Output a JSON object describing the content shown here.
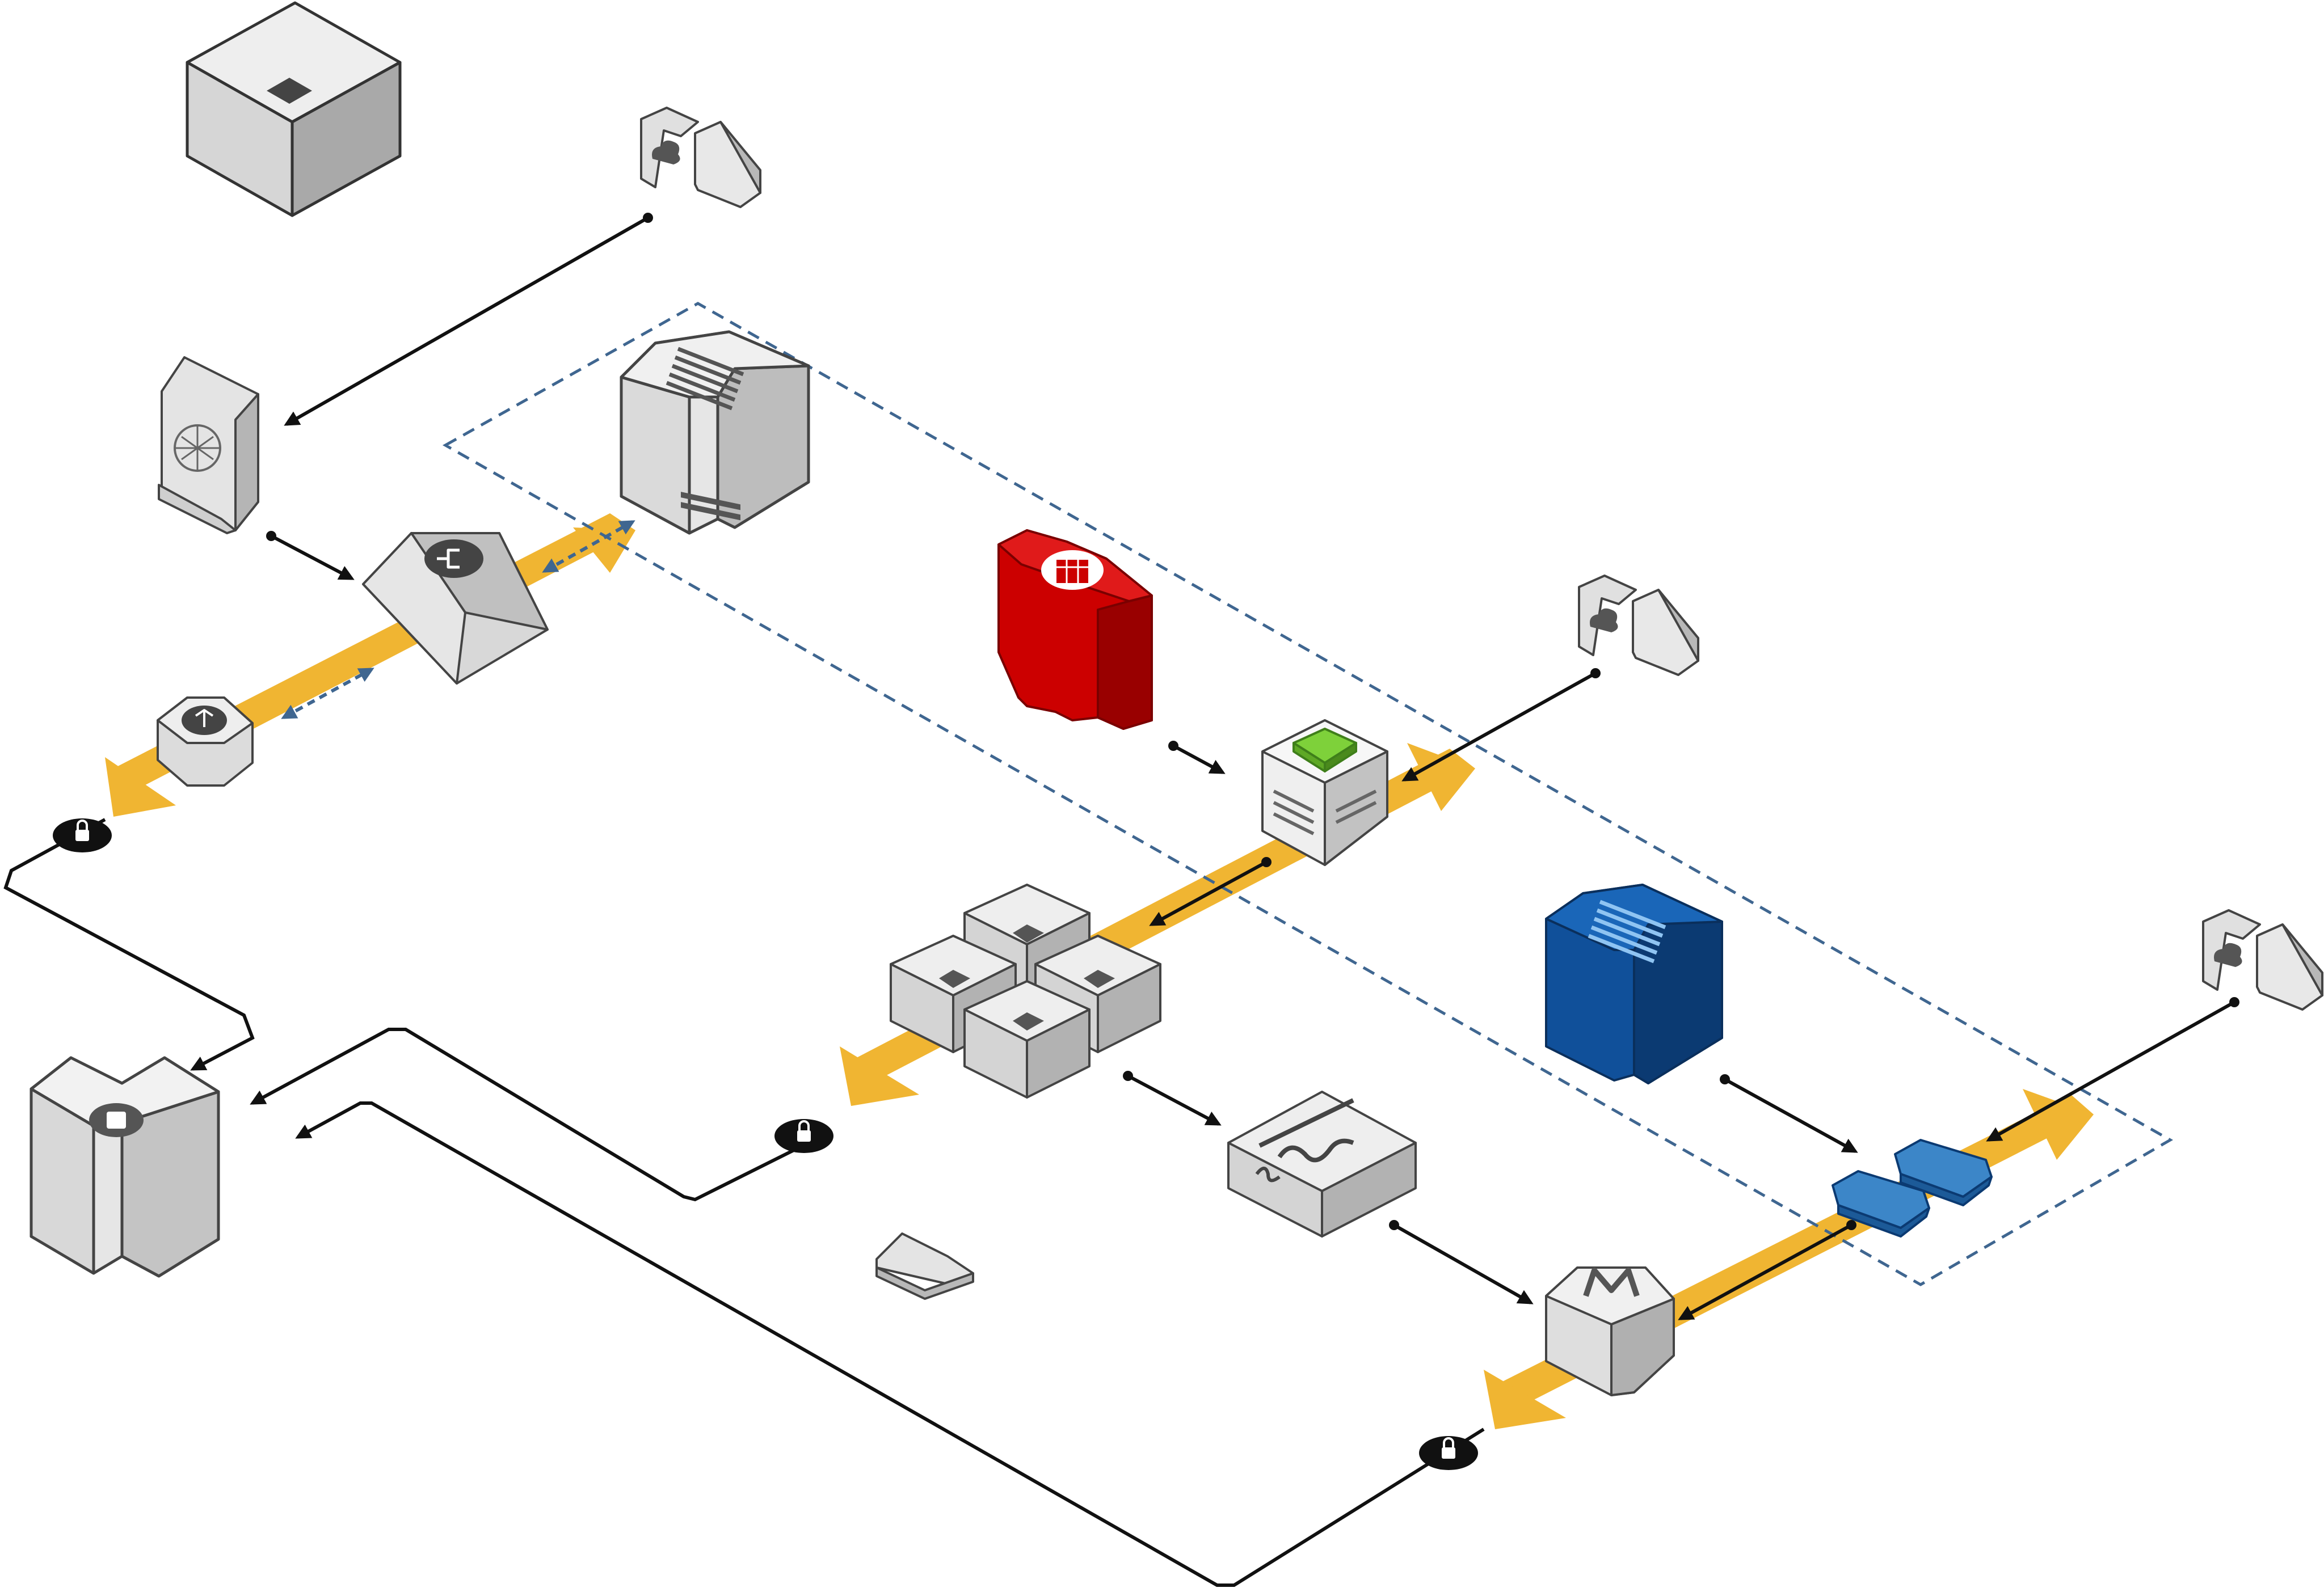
{
  "colors": {
    "background": "#ffffff",
    "band": "#f0b532",
    "boundary": "#3f6690",
    "line": "#111111",
    "gray_top": "#eeeeee",
    "gray_left": "#d6d6d6",
    "gray_right": "#b0b0b0",
    "stroke": "#444444",
    "red_front": "#cc0000",
    "red_dark": "#990000",
    "blue_front": "#10509a",
    "blue_dark": "#0b3a72",
    "blue_light": "#3c86c8",
    "green": "#7ed13a"
  },
  "diagram": {
    "title": "",
    "nodes": [
      {
        "id": "cube-top-left",
        "icon": "generic-cube-icon"
      },
      {
        "id": "cloud-1",
        "icon": "cloud-connector-icon"
      },
      {
        "id": "cloud-2",
        "icon": "cloud-connector-icon"
      },
      {
        "id": "cloud-3",
        "icon": "cloud-connector-icon"
      },
      {
        "id": "firewall",
        "icon": "firewall-appliance-icon"
      },
      {
        "id": "router",
        "icon": "router-hub-icon"
      },
      {
        "id": "switch",
        "icon": "network-switch-icon"
      },
      {
        "id": "datacenter-gray",
        "icon": "datacenter-icon"
      },
      {
        "id": "database-red",
        "icon": "database-cylinder-icon"
      },
      {
        "id": "server-green",
        "icon": "server-icon"
      },
      {
        "id": "cube-cluster",
        "icon": "compute-cluster-icon"
      },
      {
        "id": "datacenter-blue",
        "icon": "datacenter-icon"
      },
      {
        "id": "storage-blue",
        "icon": "storage-volume-icon"
      },
      {
        "id": "package",
        "icon": "package-icon"
      },
      {
        "id": "small-device",
        "icon": "device-icon"
      },
      {
        "id": "mail-hub",
        "icon": "mail-hub-icon"
      },
      {
        "id": "gateway-left",
        "icon": "gateway-icon"
      }
    ],
    "edges": [
      {
        "from": "cloud-1",
        "to": "firewall",
        "style": "arrow"
      },
      {
        "from": "firewall",
        "to": "router",
        "style": "arrow"
      },
      {
        "from": "router",
        "to": "datacenter-gray",
        "style": "dashed-bidirectional"
      },
      {
        "from": "router",
        "to": "switch",
        "style": "dashed-bidirectional"
      },
      {
        "from": "database-red",
        "to": "server-green",
        "style": "arrow"
      },
      {
        "from": "cloud-2",
        "to": "server-green",
        "style": "arrow"
      },
      {
        "from": "server-green",
        "to": "cube-cluster",
        "style": "arrow"
      },
      {
        "from": "cube-cluster",
        "to": "package",
        "style": "arrow"
      },
      {
        "from": "package",
        "to": "mail-hub",
        "style": "arrow"
      },
      {
        "from": "datacenter-blue",
        "to": "storage-blue",
        "style": "arrow"
      },
      {
        "from": "cloud-3",
        "to": "storage-blue",
        "style": "arrow"
      },
      {
        "from": "storage-blue",
        "to": "mail-hub",
        "style": "arrow"
      },
      {
        "from": "band-left",
        "to": "gateway-left",
        "style": "secure-link",
        "icon": "lock-icon"
      },
      {
        "from": "band-middle",
        "to": "gateway-left",
        "style": "secure-link",
        "icon": "lock-icon"
      },
      {
        "from": "band-right",
        "to": "gateway-left",
        "style": "secure-link",
        "icon": "lock-icon"
      }
    ],
    "regions": [
      {
        "id": "dashed-boundary",
        "style": "dashed"
      }
    ],
    "bands": [
      {
        "id": "band-left"
      },
      {
        "id": "band-middle"
      },
      {
        "id": "band-right"
      }
    ]
  }
}
